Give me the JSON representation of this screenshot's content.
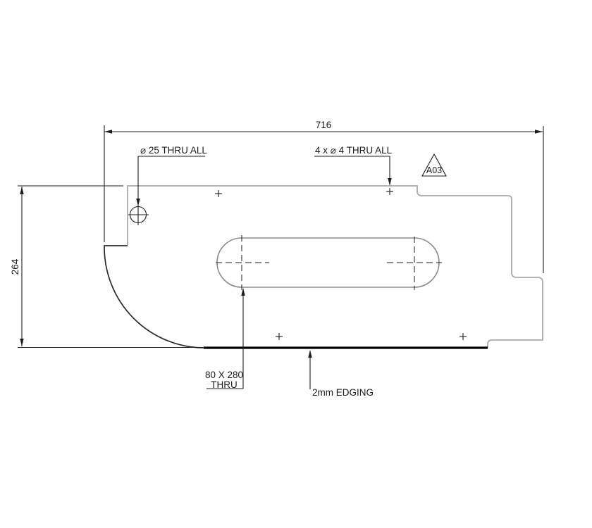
{
  "drawing": {
    "dim_width": "716",
    "dim_height": "264",
    "callout_hole": "⌀ 25 THRU ALL",
    "callout_holes4": "4 x ⌀ 4 THRU ALL",
    "callout_slot_line1": "80 X 280",
    "callout_slot_line2": "THRU",
    "callout_edging": "2mm EDGING",
    "flag_note": "A03",
    "colors": {
      "outline_gray": "#a9a9a9",
      "annotation_black": "#1c1c1c",
      "edging_black": "#000000"
    }
  }
}
